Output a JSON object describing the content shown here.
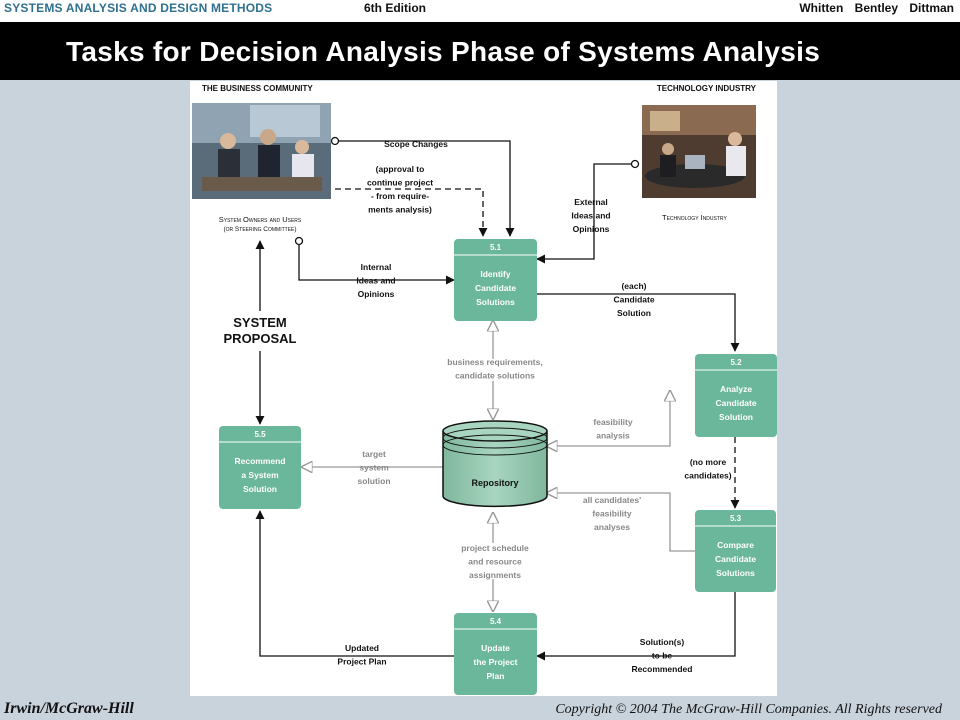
{
  "header": {
    "book_title": "SYSTEMS ANALYSIS AND DESIGN METHODS",
    "edition": "6th Edition",
    "authors": "Whitten Bentley Dittman"
  },
  "slide": {
    "title": "Tasks for Decision Analysis Phase of Systems Analysis"
  },
  "diagram": {
    "business_community_label": "THE BUSINESS COMMUNITY",
    "technology_industry_label": "TECHNOLOGY INDUSTRY",
    "technology_industry_caption": "Technology Industry",
    "owners_caption_1": "System Owners and Users",
    "owners_caption_2": "(or Steering Committee)",
    "system_proposal_1": "SYSTEM",
    "system_proposal_2": "PROPOSAL",
    "repository": "Repository",
    "processes": [
      {
        "id": "5.1",
        "lines": [
          "Identify",
          "Candidate",
          "Solutions"
        ]
      },
      {
        "id": "5.2",
        "lines": [
          "Analyze",
          "Candidate",
          "Solution"
        ]
      },
      {
        "id": "5.3",
        "lines": [
          "Compare",
          "Candidate",
          "Solutions"
        ]
      },
      {
        "id": "5.4",
        "lines": [
          "Update",
          "the Project",
          "Plan"
        ]
      },
      {
        "id": "5.5",
        "lines": [
          "Recommend",
          "a System",
          "Solution"
        ]
      }
    ],
    "flows": {
      "scope_changes": [
        "Scope Changes"
      ],
      "approval": [
        "(approval to",
        "continue project",
        "- from require-",
        "ments analysis)"
      ],
      "external_ideas": [
        "External",
        "Ideas and",
        "Opinions"
      ],
      "internal_ideas": [
        "Internal",
        "Ideas and",
        "Opinions"
      ],
      "each_candidate": [
        "(each)",
        "Candidate",
        "Solution"
      ],
      "business_requirements": [
        "business requirements,",
        "candidate solutions"
      ],
      "feasibility_analysis": [
        "feasibility",
        "analysis"
      ],
      "no_more": [
        "(no more",
        "candidates)"
      ],
      "target_solution": [
        "target",
        "system",
        "solution"
      ],
      "all_candidates": [
        "all candidates'",
        "feasibility",
        "analyses"
      ],
      "project_schedule": [
        "project schedule",
        "and resource",
        "assignments"
      ],
      "solutions_recommended": [
        "Solution(s)",
        "to be",
        "Recommended"
      ],
      "updated_plan": [
        "Updated",
        "Project Plan"
      ]
    }
  },
  "footer": {
    "publisher": "Irwin/McGraw-Hill",
    "copyright": "Copyright © 2004 The McGraw-Hill Companies. All Rights reserved"
  }
}
